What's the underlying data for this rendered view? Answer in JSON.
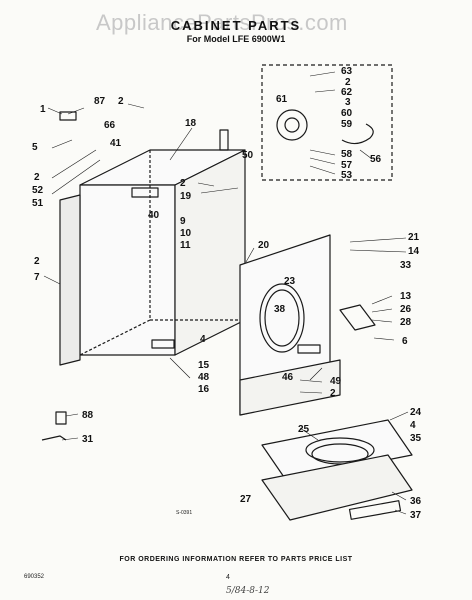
{
  "watermark": "AppliancePartsPros.com",
  "title": "CABINET PARTS",
  "subtitle": "For Model LFE 6900W1",
  "footer": "FOR ORDERING INFORMATION REFER TO PARTS PRICE LIST",
  "doc_number": "690352",
  "page_number": "4",
  "hand_note": "5/84-8-12",
  "figure_code": "S-0391",
  "callouts": [
    "1",
    "87",
    "2",
    "66",
    "41",
    "18",
    "5",
    "2",
    "52",
    "51",
    "40",
    "2",
    "19",
    "50",
    "9",
    "10",
    "11",
    "20",
    "21",
    "14",
    "2",
    "7",
    "23",
    "38",
    "33",
    "13",
    "26",
    "28",
    "6",
    "4",
    "15",
    "48",
    "16",
    "46",
    "49",
    "2",
    "63",
    "2",
    "62",
    "3",
    "61",
    "60",
    "59",
    "58",
    "57",
    "53",
    "56",
    "88",
    "31",
    "24",
    "4",
    "35",
    "25",
    "27",
    "36",
    "37"
  ]
}
